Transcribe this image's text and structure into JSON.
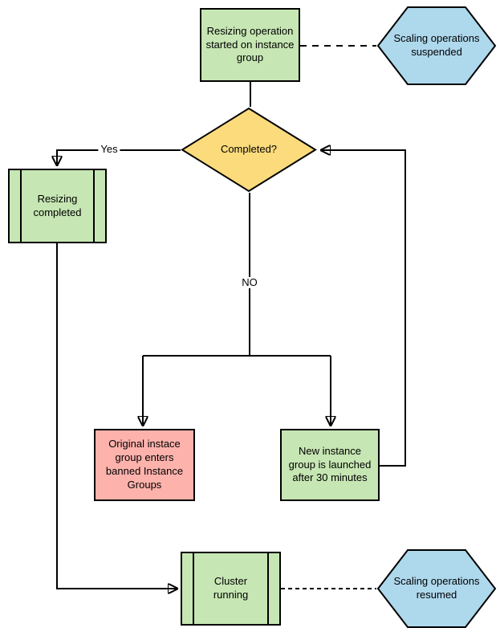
{
  "diagram": {
    "type": "flowchart",
    "colors": {
      "process_green": "#c6e6b3",
      "terminator_blue": "#aed8ec",
      "decision_yellow": "#fbdb7c",
      "alert_red": "#fdb2ac",
      "stroke": "#000000",
      "background": "#ffffff"
    },
    "nodes": {
      "start": {
        "type": "process",
        "label": "Resizing operation started on instance group"
      },
      "suspended": {
        "type": "hexagon",
        "label": "Scaling operations suspended"
      },
      "decision": {
        "type": "decision",
        "label": "Completed?"
      },
      "resizing_completed": {
        "type": "predefined-process",
        "label": "Resizing completed"
      },
      "banned": {
        "type": "process",
        "label": "Original instace group enters banned Instance Groups"
      },
      "new_group": {
        "type": "process",
        "label": "New instance group is launched after 30 minutes"
      },
      "cluster_running": {
        "type": "predefined-process",
        "label": "Cluster running"
      },
      "resumed": {
        "type": "hexagon",
        "label": "Scaling operations resumed"
      }
    },
    "edge_labels": {
      "yes": "Yes",
      "no": "NO"
    }
  }
}
